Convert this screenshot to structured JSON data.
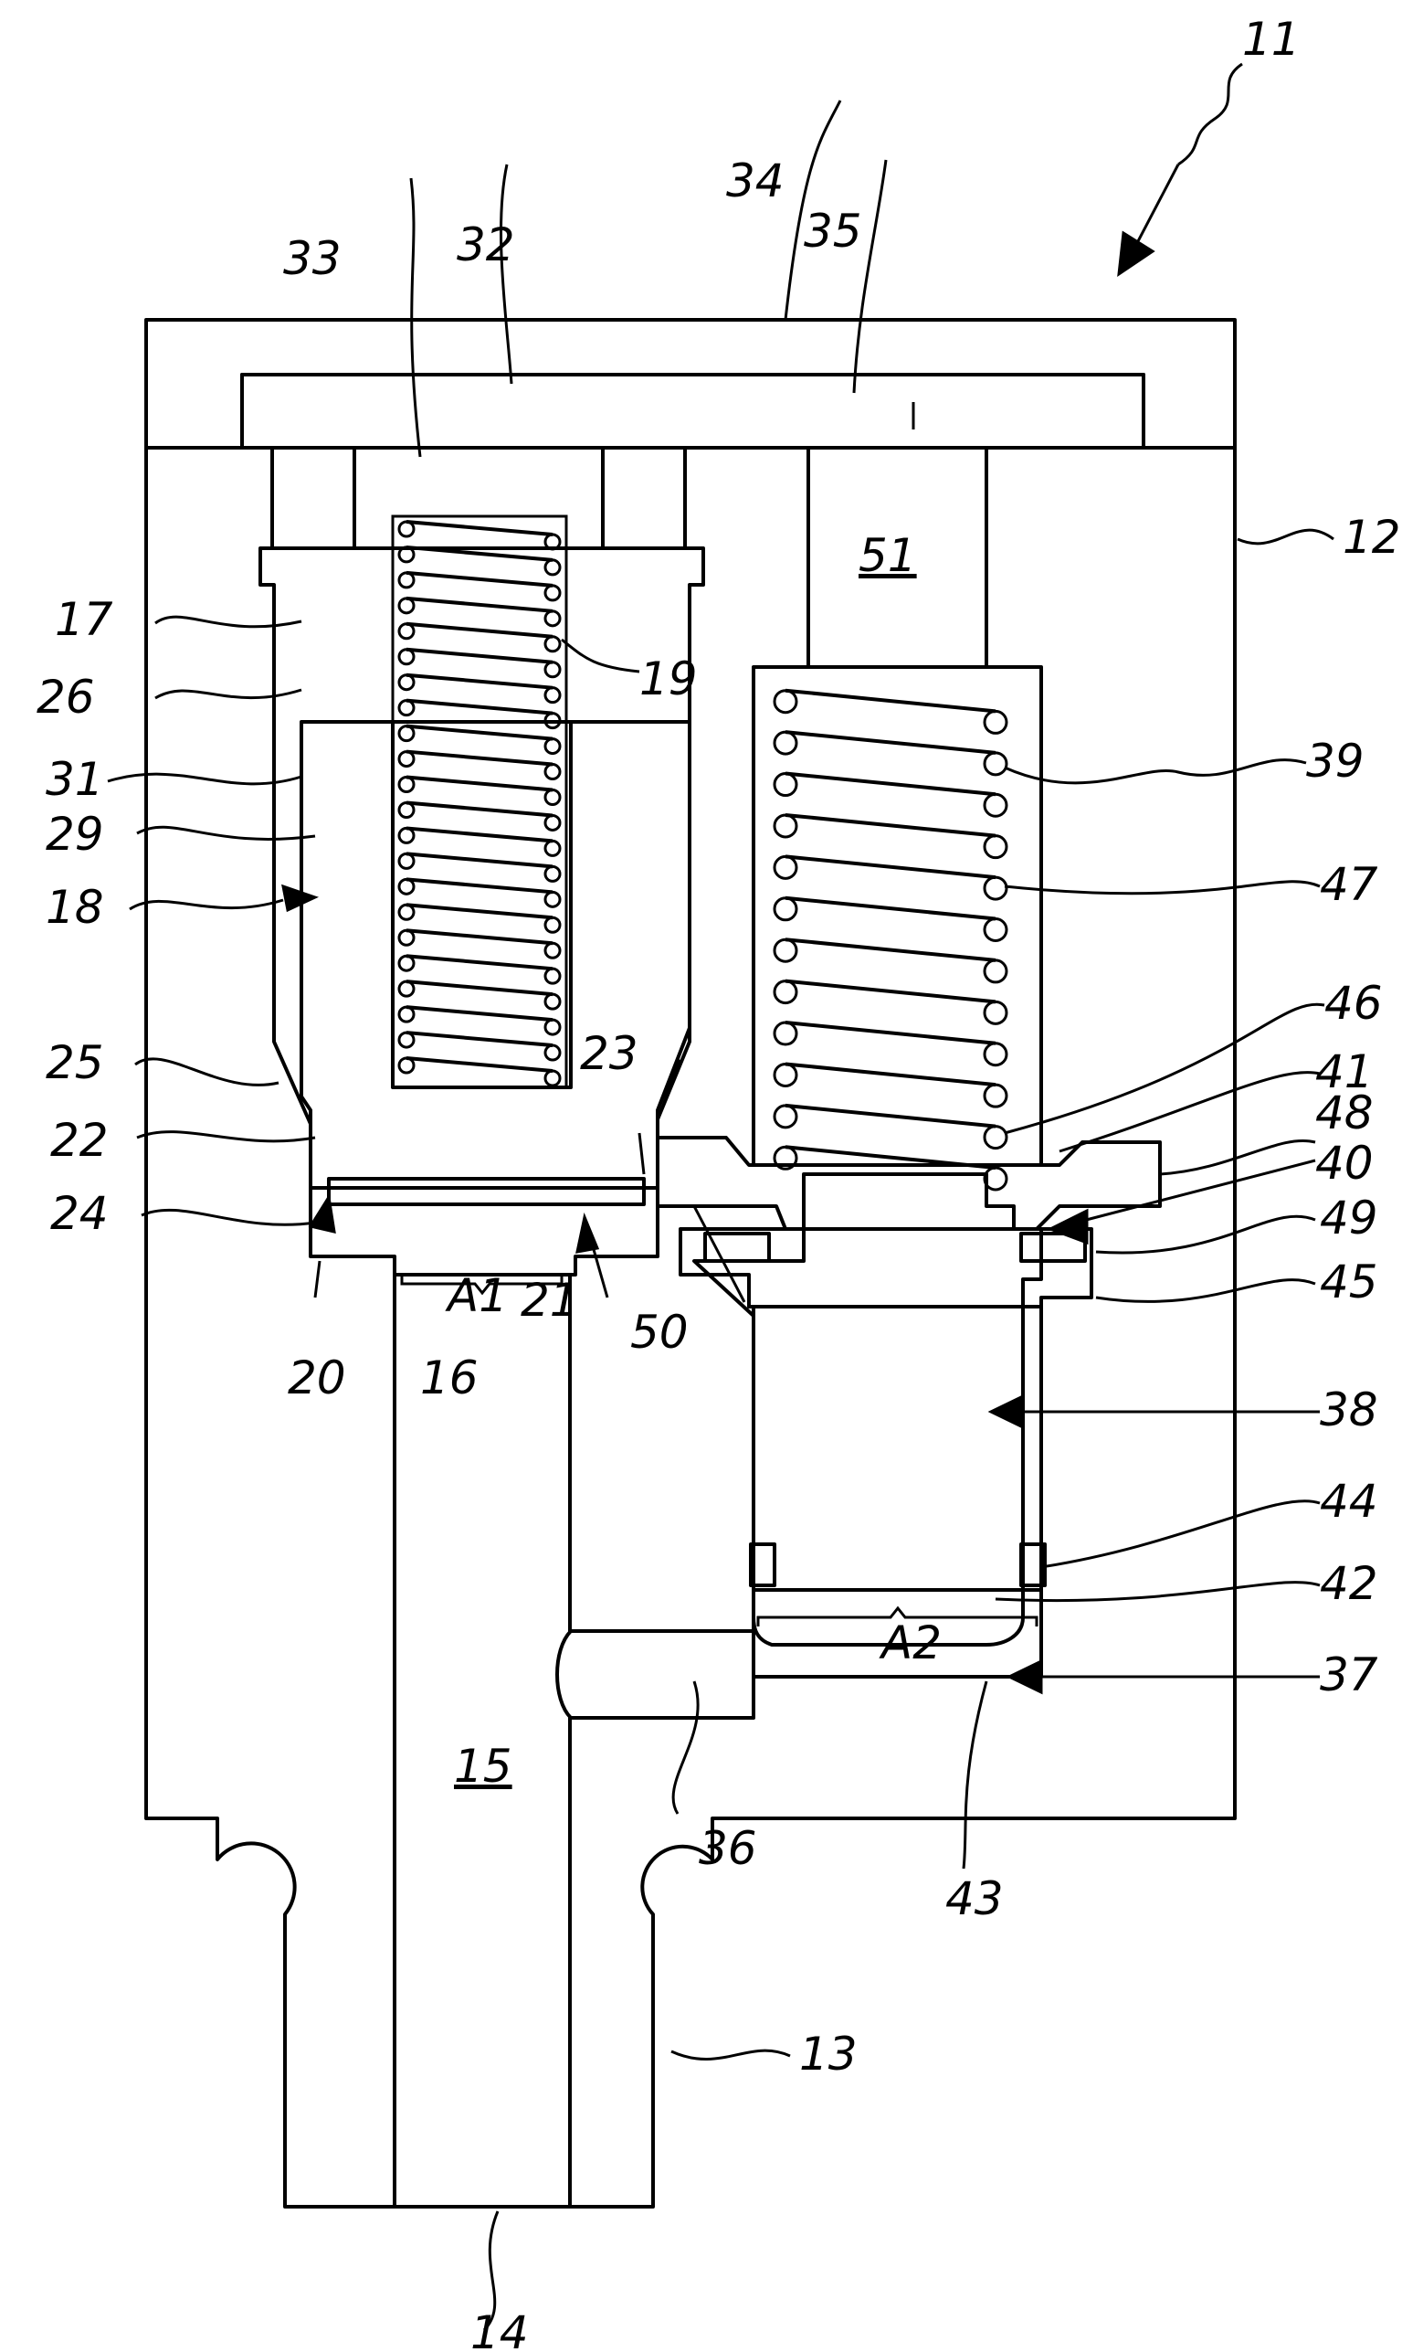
{
  "figure": {
    "labels": {
      "n11": "11",
      "n12": "12",
      "n13": "13",
      "n14": "14",
      "n15": "15",
      "n16": "16",
      "n17": "17",
      "n18": "18",
      "n19": "19",
      "n20": "20",
      "n21": "21",
      "n22": "22",
      "n23": "23",
      "n24": "24",
      "n25": "25",
      "n26": "26",
      "n29": "29",
      "n31": "31",
      "n32": "32",
      "n33": "33",
      "n34": "34",
      "n35": "35",
      "n36": "36",
      "n37": "37",
      "n38": "38",
      "n39": "39",
      "n40": "40",
      "n41": "41",
      "n42": "42",
      "n43": "43",
      "n44": "44",
      "n45": "45",
      "n46": "46",
      "n47": "47",
      "n48": "48",
      "n49": "49",
      "n50": "50",
      "n51": "51",
      "a1": "A1",
      "a2": "A2"
    }
  }
}
